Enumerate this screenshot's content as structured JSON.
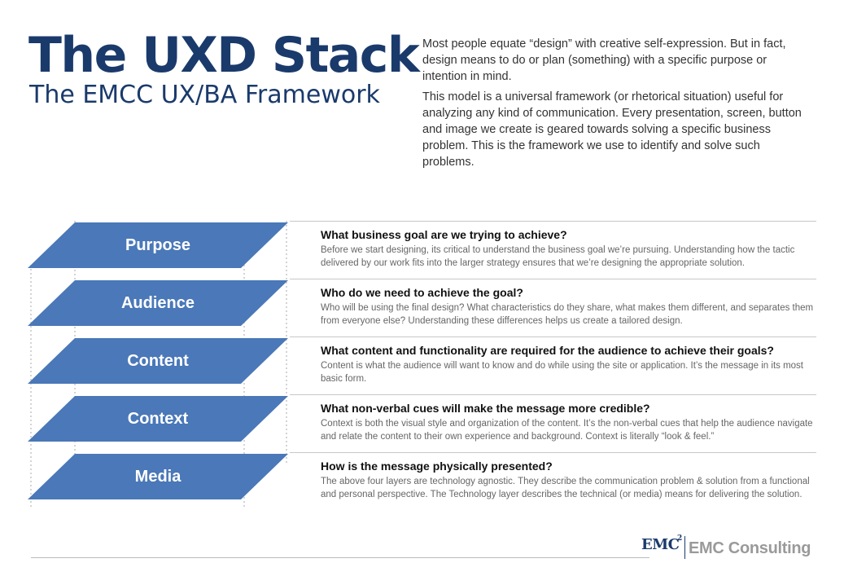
{
  "header": {
    "title": "The UXD Stack",
    "subtitle": "The EMCC UX/BA Framework"
  },
  "intro": {
    "paragraphs": [
      "Most people equate “design” with creative self-expression. But in fact, design means to do or plan (something) with a specific purpose or intention in mind.",
      "This model is a universal framework (or rhetorical situation) useful for analyzing any kind of communication. Every presentation, screen, button and image we create is geared towards solving a specific business problem. This is the framework we use to identify and solve such problems."
    ]
  },
  "colors": {
    "brand_navy": "#1a3a6b",
    "slab_blue": "#4a78b8",
    "logo_gray": "#9a9a9a"
  },
  "layers": [
    {
      "label": "Purpose",
      "question": "What business goal are we trying to achieve?",
      "description": "Before we start designing, its critical to understand the business goal we’re pursuing. Understanding how the tactic delivered by our work fits into the larger strategy ensures that we’re designing the appropriate solution."
    },
    {
      "label": "Audience",
      "question": "Who do we need to achieve the goal?",
      "description": "Who will be using the final design? What characteristics do they share, what makes them different, and separates them from everyone else? Understanding these differences helps us create a tailored design."
    },
    {
      "label": "Content",
      "question": "What content and functionality are required for the audience to achieve their goals?",
      "description": "Content is what the audience will want to know and do while using the site or application. It’s the message in its most basic form."
    },
    {
      "label": "Context",
      "question": "What non-verbal cues will make the message more credible?",
      "description": "Context is both the visual style and organization of the content. It’s the non-verbal cues that help the audience navigate and relate the content to their own experience and background. Context is literally “look & feel.”"
    },
    {
      "label": "Media",
      "question": "How is the message physically presented?",
      "description": "The above four layers are technology agnostic. They describe the communication problem & solution from a functional and personal perspective. The Technology layer describes the technical (or media) means for delivering the solution."
    }
  ],
  "logo": {
    "mark": "EMC",
    "superscript": "2",
    "name": "EMC Consulting"
  }
}
